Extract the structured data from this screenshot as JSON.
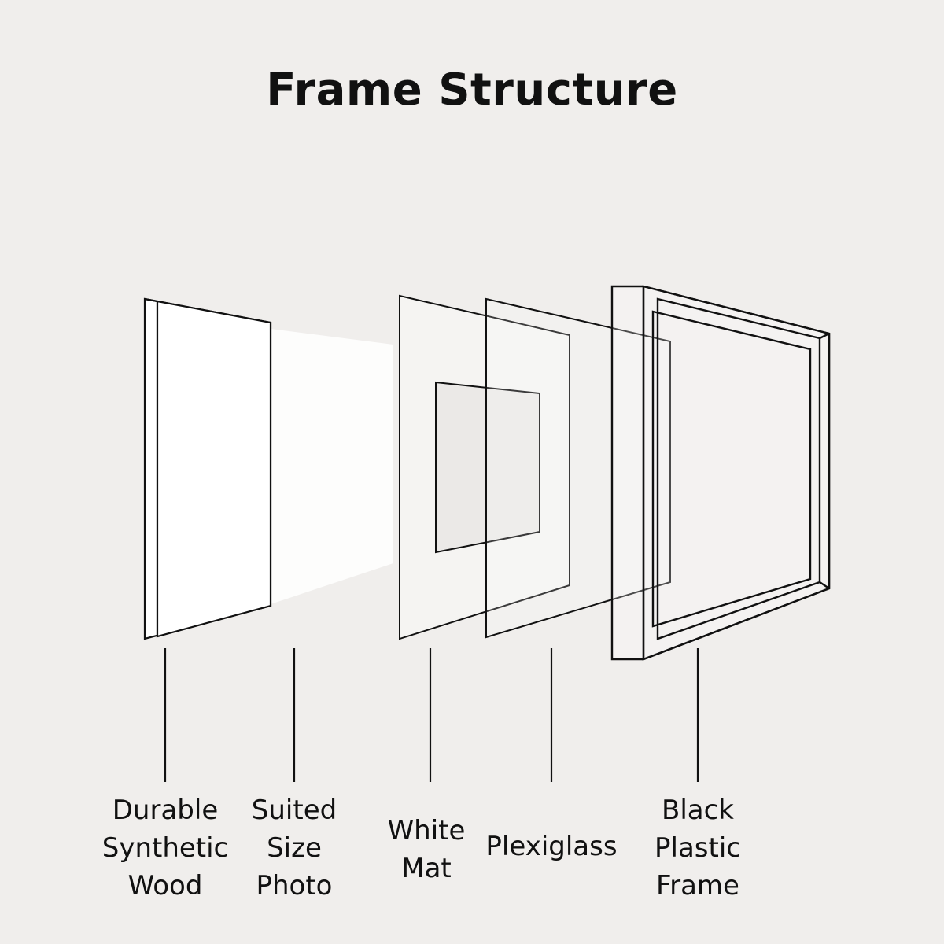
{
  "title": "Frame Structure",
  "colors": {
    "background": "#f0eeec",
    "stroke": "#111111",
    "panel": "#ffffff"
  },
  "layers": [
    {
      "id": "backboard",
      "label_lines": [
        "Durable",
        "Synthetic",
        "Wood"
      ]
    },
    {
      "id": "photo",
      "label_lines": [
        "Suited",
        "Size",
        "Photo"
      ]
    },
    {
      "id": "mat",
      "label_lines": [
        "White",
        "Mat"
      ]
    },
    {
      "id": "glass",
      "label_lines": [
        "Plexiglass"
      ]
    },
    {
      "id": "frame",
      "label_lines": [
        "Black",
        "Plastic",
        "Frame"
      ]
    }
  ]
}
